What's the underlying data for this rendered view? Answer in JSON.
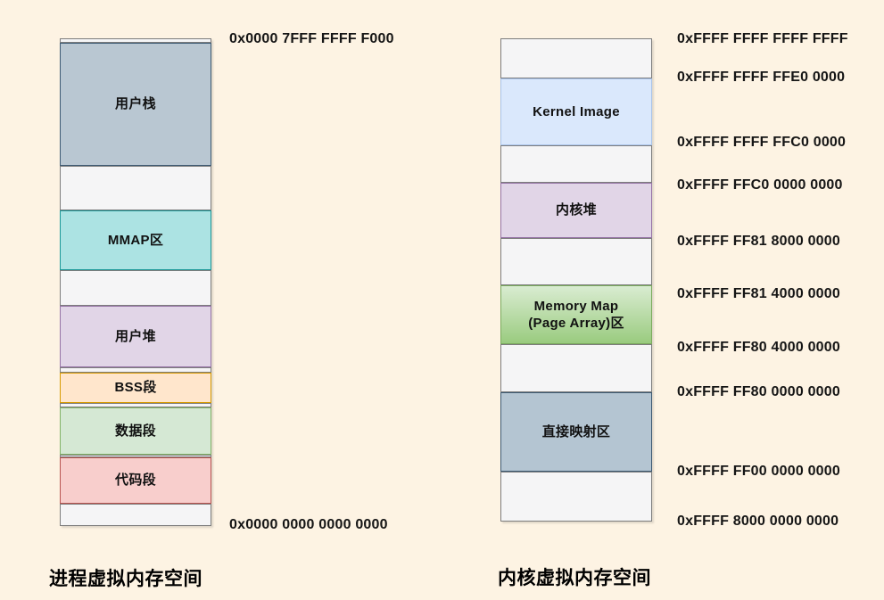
{
  "page": {
    "background": "#fdf3e3"
  },
  "process_space": {
    "title": "进程虚拟内存空间",
    "top_address": "0x0000 7FFF FFFF F000",
    "bottom_address": "0x0000 0000 0000 0000",
    "segments": [
      {
        "label": "用户栈",
        "fill": "#b9c7d2",
        "border": "#3d5a73"
      },
      {
        "label": "MMAP区",
        "fill": "#ace3e3",
        "border": "#1a9898"
      },
      {
        "label": "用户堆",
        "fill": "#e1d5e7",
        "border": "#9673a6"
      },
      {
        "label": "BSS段",
        "fill": "#ffe6cc",
        "border": "#d79b00"
      },
      {
        "label": "数据段",
        "fill": "#d5e8d4",
        "border": "#82b366"
      },
      {
        "label": "代码段",
        "fill": "#f8cecc",
        "border": "#b85450"
      }
    ]
  },
  "kernel_space": {
    "title": "内核虚拟内存空间",
    "segments": [
      {
        "label": "Kernel Image",
        "fill": "#dae8fc",
        "border": "#a9c4eb"
      },
      {
        "label": "内核堆",
        "fill": "#e1d5e7",
        "border": "#9673a6"
      },
      {
        "label": "Memory Map\n(Page Array)区",
        "fill_top": "#d9ecd1",
        "fill_bottom": "#9acb7f",
        "border": "#7cab5e"
      },
      {
        "label": "直接映射区",
        "fill": "#b4c5d2",
        "border": "#3d5a73"
      }
    ],
    "addresses": [
      "0xFFFF FFFF FFFF FFFF",
      "0xFFFF FFFF FFE0 0000",
      "0xFFFF FFFF FFC0 0000",
      "0xFFFF FFC0 0000 0000",
      "0xFFFF FF81 8000 0000",
      "0xFFFF FF81 4000 0000",
      "0xFFFF FF80 4000 0000",
      "0xFFFF FF80 0000 0000",
      "0xFFFF FF00 0000 0000",
      "0xFFFF 8000 0000 0000"
    ]
  }
}
